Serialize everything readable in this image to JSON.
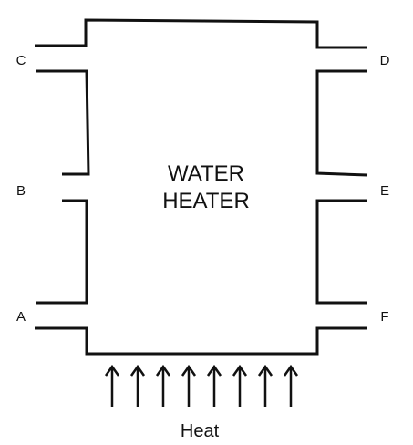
{
  "tank_label_line1": "WATER",
  "tank_label_line2": "HEATER",
  "heat_label": "Heat",
  "ports": {
    "a": "A",
    "b": "B",
    "c": "C",
    "d": "D",
    "e": "E",
    "f": "F"
  }
}
